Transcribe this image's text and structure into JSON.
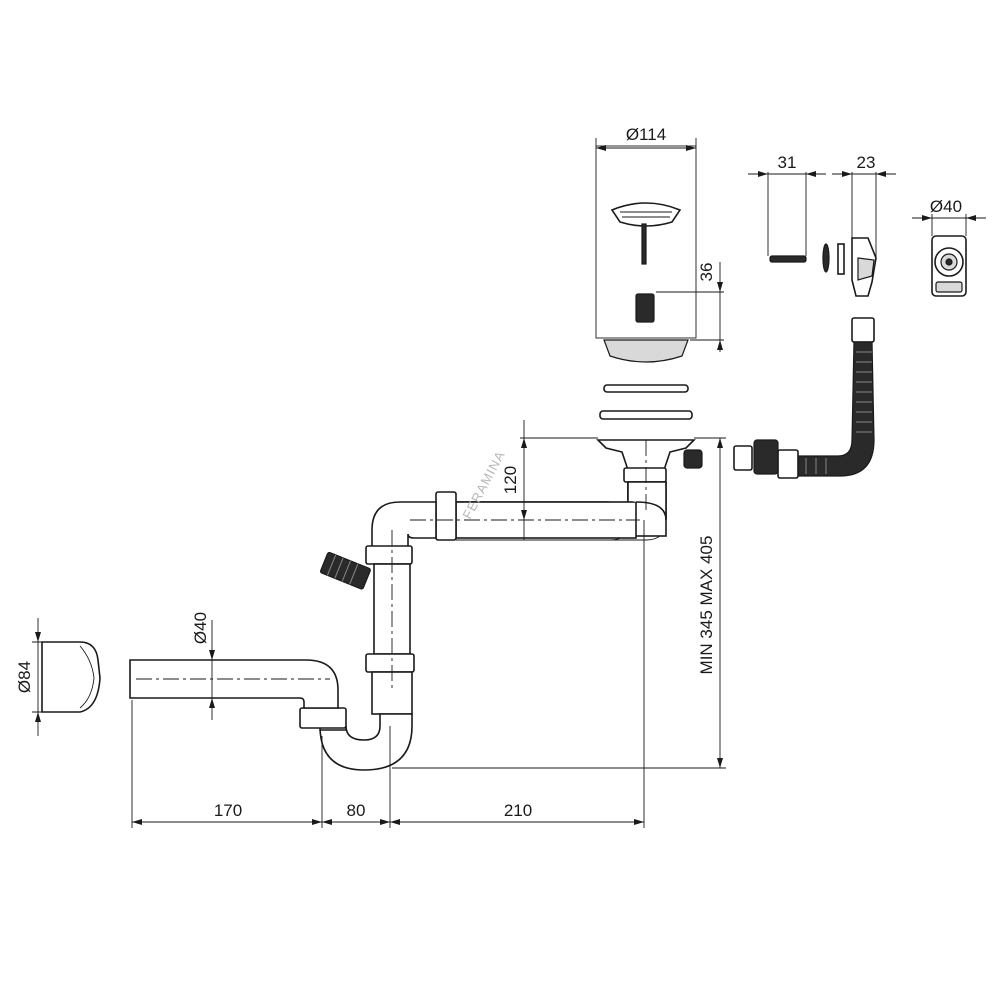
{
  "dimensions": {
    "strainer_diameter": "Ø114",
    "overflow_width": "31",
    "overflow_depth": "23",
    "overflow_diameter": "Ø40",
    "stopper_depth": "36",
    "strainer_to_trap": "120",
    "total_height": "MIN 345 MAX 405",
    "pipe_diameter": "Ø40",
    "wall_flange_diameter": "Ø84",
    "outlet_length": "170",
    "trap_width": "80",
    "trap_to_waste": "210"
  },
  "watermark": "FERAMINA"
}
